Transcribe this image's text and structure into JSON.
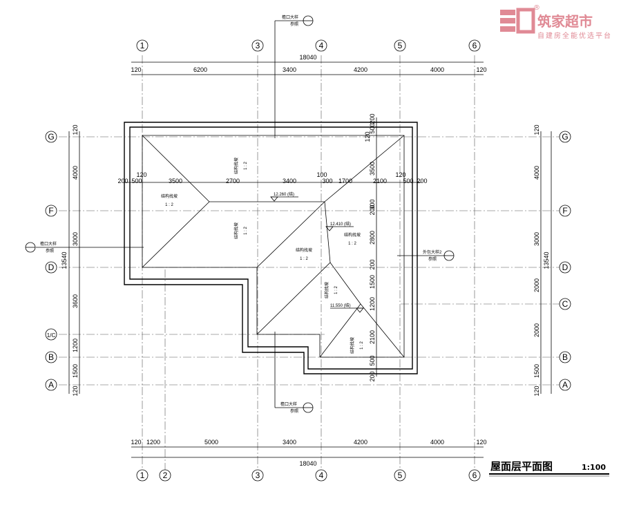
{
  "logo": {
    "main": "筑家超市",
    "sub": "自建房全能优选平台",
    "registered": "®"
  },
  "title": {
    "text": "屋面层平面图",
    "scale": "1:100"
  },
  "axes_vertical": [
    {
      "label": "1"
    },
    {
      "label": "2"
    },
    {
      "label": "3"
    },
    {
      "label": "4"
    },
    {
      "label": "5"
    },
    {
      "label": "6"
    }
  ],
  "axes_horizontal_left": [
    {
      "label": "G"
    },
    {
      "label": "F"
    },
    {
      "label": "D"
    },
    {
      "label": "1/C"
    },
    {
      "label": "B"
    },
    {
      "label": "A"
    }
  ],
  "axes_horizontal_right": [
    {
      "label": "G"
    },
    {
      "label": "F"
    },
    {
      "label": "D"
    },
    {
      "label": "C"
    },
    {
      "label": "B"
    },
    {
      "label": "A"
    }
  ],
  "dims": {
    "top_total": "18040",
    "top": [
      "120",
      "6200",
      "3400",
      "4200",
      "4000",
      "120"
    ],
    "bottom_total": "18040",
    "bottom": [
      "120",
      "1200",
      "5000",
      "3400",
      "4200",
      "4000",
      "120"
    ],
    "left_total": "13540",
    "left": [
      "120",
      "4000",
      "3000",
      "3600",
      "1200",
      "1500",
      "120"
    ],
    "right_total": "13540",
    "right": [
      "120",
      "4000",
      "3000",
      "2000",
      "2000",
      "1500",
      "120"
    ],
    "inner_row": [
      "200",
      "500",
      "120",
      "3500",
      "2700",
      "3400",
      "100",
      "300",
      "1700",
      "2100",
      "120",
      "500",
      "200"
    ],
    "inner_col": [
      "200",
      "500",
      "120",
      "3500",
      "300",
      "200",
      "2800",
      "200",
      "1500",
      "1200",
      "2100",
      "500",
      "200"
    ]
  },
  "elevations": [
    "12.260 (结)",
    "12.410 (结)",
    "11.550 (结)"
  ],
  "slope_notes": [
    {
      "name": "结构找坡",
      "ratio": "1 : 2"
    },
    {
      "name": "结构找坡",
      "ratio": "1 : 2"
    },
    {
      "name": "结构找坡",
      "ratio": "1 : 2"
    },
    {
      "name": "结构找坡",
      "ratio": "1 : 2"
    },
    {
      "name": "结构找坡",
      "ratio": "1 : 2"
    },
    {
      "name": "结构找坡",
      "ratio": "1 : 2"
    },
    {
      "name": "结构找坡",
      "ratio": "1 : 2"
    }
  ],
  "detail_refs": [
    {
      "text": "檐口大样",
      "sub": "参照"
    },
    {
      "text": "檐口大样",
      "sub": "参照"
    },
    {
      "text": "檐口大样",
      "sub": "参照"
    },
    {
      "text": "外包大样2",
      "sub": "参照"
    }
  ]
}
